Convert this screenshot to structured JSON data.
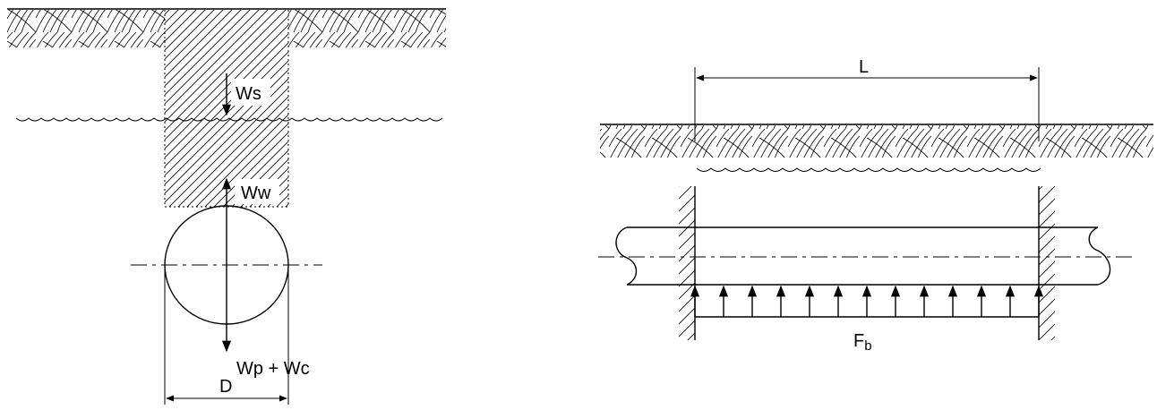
{
  "left_diagram": {
    "labels": {
      "soil_load": "Ws",
      "water_load": "Ww",
      "pipe_content_load": "Wp + Wc",
      "diameter": "D"
    }
  },
  "right_diagram": {
    "labels": {
      "length": "L",
      "buoyancy_main": "F",
      "buoyancy_sub": "b"
    },
    "buoyancy_arrow_count": 13
  }
}
